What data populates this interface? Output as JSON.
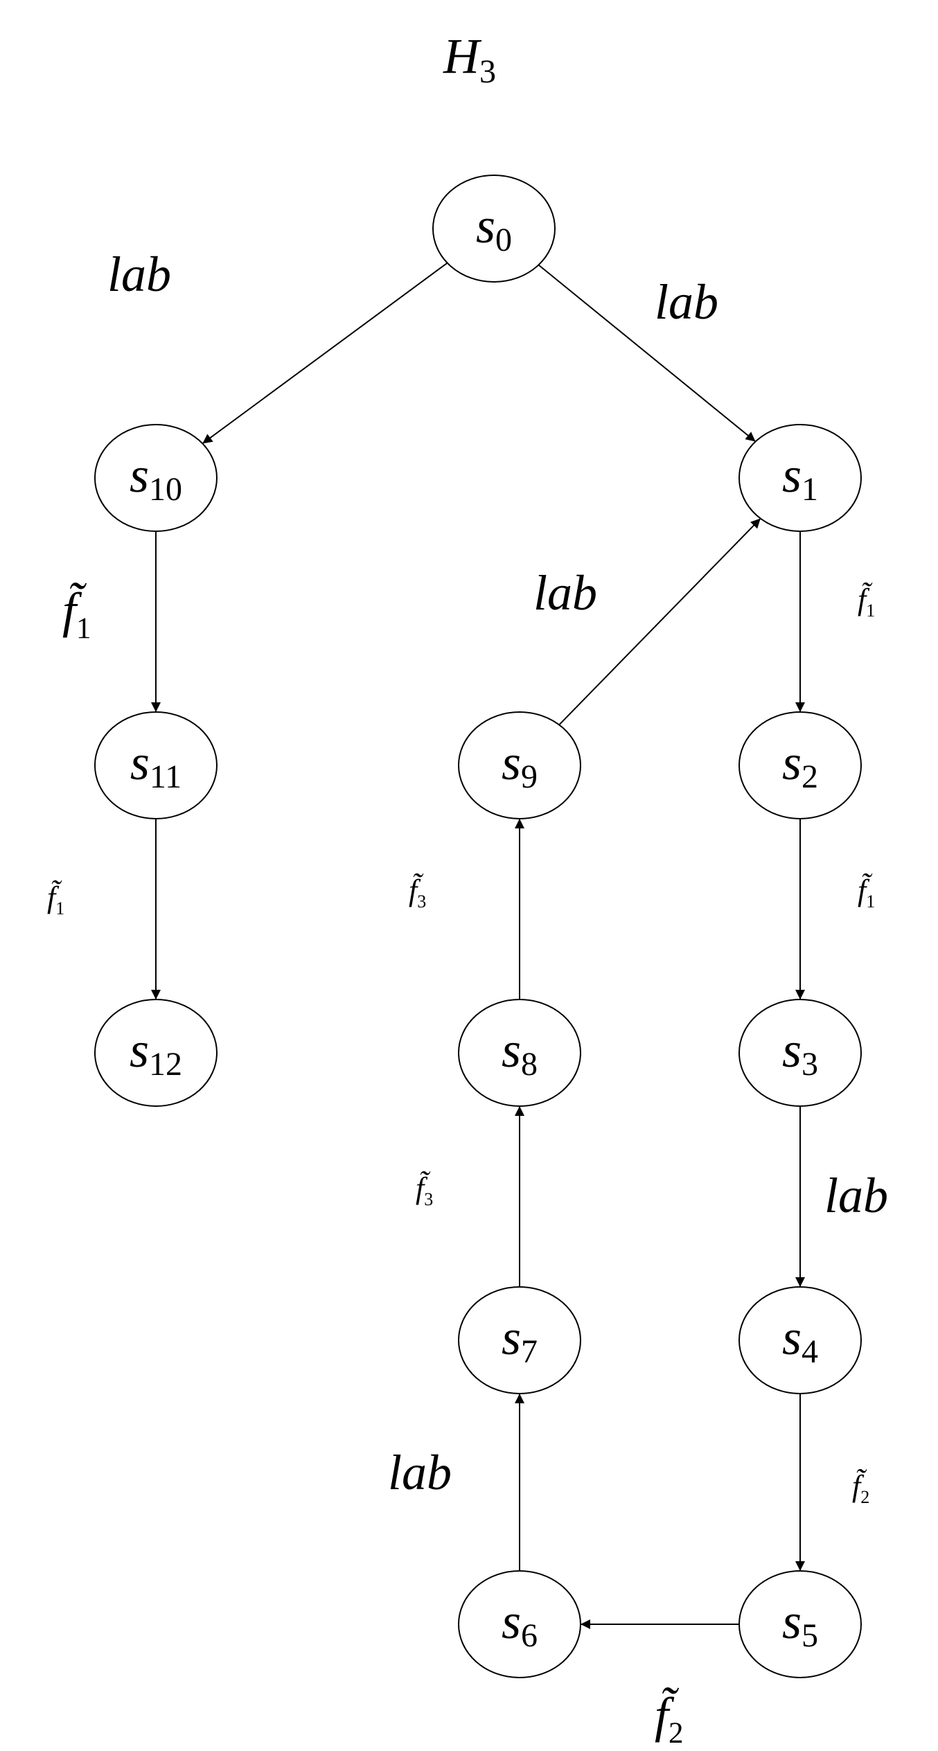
{
  "title": {
    "main": "H",
    "sub": "3"
  },
  "nodes": [
    {
      "id": "s0",
      "base": "s",
      "sub": "0"
    },
    {
      "id": "s1",
      "base": "s",
      "sub": "1"
    },
    {
      "id": "s2",
      "base": "s",
      "sub": "2"
    },
    {
      "id": "s3",
      "base": "s",
      "sub": "3"
    },
    {
      "id": "s4",
      "base": "s",
      "sub": "4"
    },
    {
      "id": "s5",
      "base": "s",
      "sub": "5"
    },
    {
      "id": "s6",
      "base": "s",
      "sub": "6"
    },
    {
      "id": "s7",
      "base": "s",
      "sub": "7"
    },
    {
      "id": "s8",
      "base": "s",
      "sub": "8"
    },
    {
      "id": "s9",
      "base": "s",
      "sub": "9"
    },
    {
      "id": "s10",
      "base": "s",
      "sub": "10"
    },
    {
      "id": "s11",
      "base": "s",
      "sub": "11"
    },
    {
      "id": "s12",
      "base": "s",
      "sub": "12"
    }
  ],
  "edges": [
    {
      "from": "s0",
      "to": "s10",
      "label": {
        "kind": "text",
        "text": "lab"
      }
    },
    {
      "from": "s0",
      "to": "s1",
      "label": {
        "kind": "text",
        "text": "lab"
      }
    },
    {
      "from": "s10",
      "to": "s11",
      "label": {
        "kind": "func",
        "text": "f̃",
        "sub": "1"
      }
    },
    {
      "from": "s11",
      "to": "s12",
      "label": {
        "kind": "func",
        "text": "f̃",
        "sub": "1"
      }
    },
    {
      "from": "s1",
      "to": "s2",
      "label": {
        "kind": "func",
        "text": "f̃",
        "sub": "1"
      }
    },
    {
      "from": "s2",
      "to": "s3",
      "label": {
        "kind": "func",
        "text": "f̃",
        "sub": "1"
      }
    },
    {
      "from": "s3",
      "to": "s4",
      "label": {
        "kind": "text",
        "text": "lab"
      }
    },
    {
      "from": "s4",
      "to": "s5",
      "label": {
        "kind": "func",
        "text": "f̃",
        "sub": "2"
      }
    },
    {
      "from": "s5",
      "to": "s6",
      "label": {
        "kind": "func",
        "text": "f̃",
        "sub": "2"
      }
    },
    {
      "from": "s6",
      "to": "s7",
      "label": {
        "kind": "text",
        "text": "lab"
      }
    },
    {
      "from": "s7",
      "to": "s8",
      "label": {
        "kind": "func",
        "text": "f̃",
        "sub": "3"
      }
    },
    {
      "from": "s8",
      "to": "s9",
      "label": {
        "kind": "func",
        "text": "f̃",
        "sub": "3"
      }
    },
    {
      "from": "s9",
      "to": "s1",
      "label": {
        "kind": "text",
        "text": "lab"
      }
    }
  ],
  "colors": {
    "stroke": "#000000",
    "fill": "#ffffff",
    "text": "#000000"
  }
}
